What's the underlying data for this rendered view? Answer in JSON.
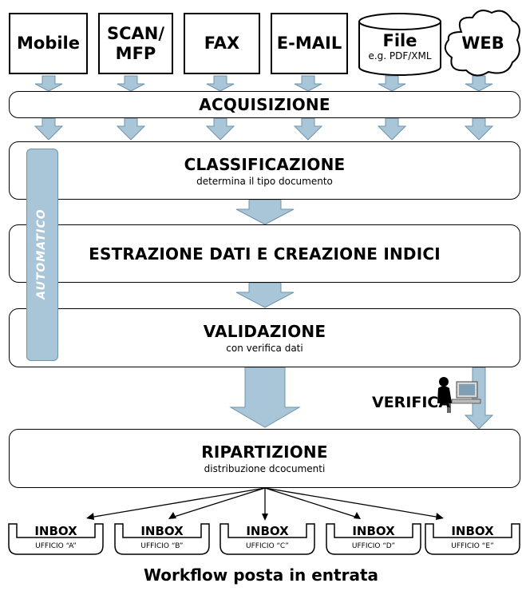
{
  "sources": [
    {
      "label": "Mobile",
      "sublabel": "",
      "shape": "box"
    },
    {
      "label": "SCAN/\nMFP",
      "sublabel": "",
      "shape": "box"
    },
    {
      "label": "FAX",
      "sublabel": "",
      "shape": "box"
    },
    {
      "label": "E-MAIL",
      "sublabel": "",
      "shape": "box"
    },
    {
      "label": "File",
      "sublabel": "e.g. PDF/XML",
      "shape": "cylinder"
    },
    {
      "label": "WEB",
      "sublabel": "",
      "shape": "cloud"
    }
  ],
  "stages": {
    "acquisizione": {
      "title": "ACQUISIZIONE",
      "subtitle": ""
    },
    "classificazione": {
      "title": "CLASSIFICAZIONE",
      "subtitle": "determina il tipo documento"
    },
    "estrazione": {
      "title": "ESTRAZIONE DATI E CREAZIONE INDICI",
      "subtitle": ""
    },
    "validazione": {
      "title": "VALIDAZIONE",
      "subtitle": "con verifica dati"
    },
    "ripartizione": {
      "title": "RIPARTIZIONE",
      "subtitle": "distribuzione dcocumenti"
    }
  },
  "automatic_label": "AUTOMATICO",
  "verifica_label": "VERIFICA",
  "inboxes": [
    {
      "title": "INBOX",
      "office": "UFFICIO “A”"
    },
    {
      "title": "INBOX",
      "office": "UFFICIO “B”"
    },
    {
      "title": "INBOX",
      "office": "UFFICIO “C”"
    },
    {
      "title": "INBOX",
      "office": "UFFICIO “D”"
    },
    {
      "title": "INBOX",
      "office": "UFFICIO “E”"
    }
  ],
  "caption": "Workflow posta in entrata",
  "colors": {
    "arrow_fill": "#a9c5d8",
    "arrow_stroke": "#6f94ad",
    "automatic_bar": "#a9c5d8"
  },
  "icons": {
    "verifica": "person-at-computer-icon"
  }
}
